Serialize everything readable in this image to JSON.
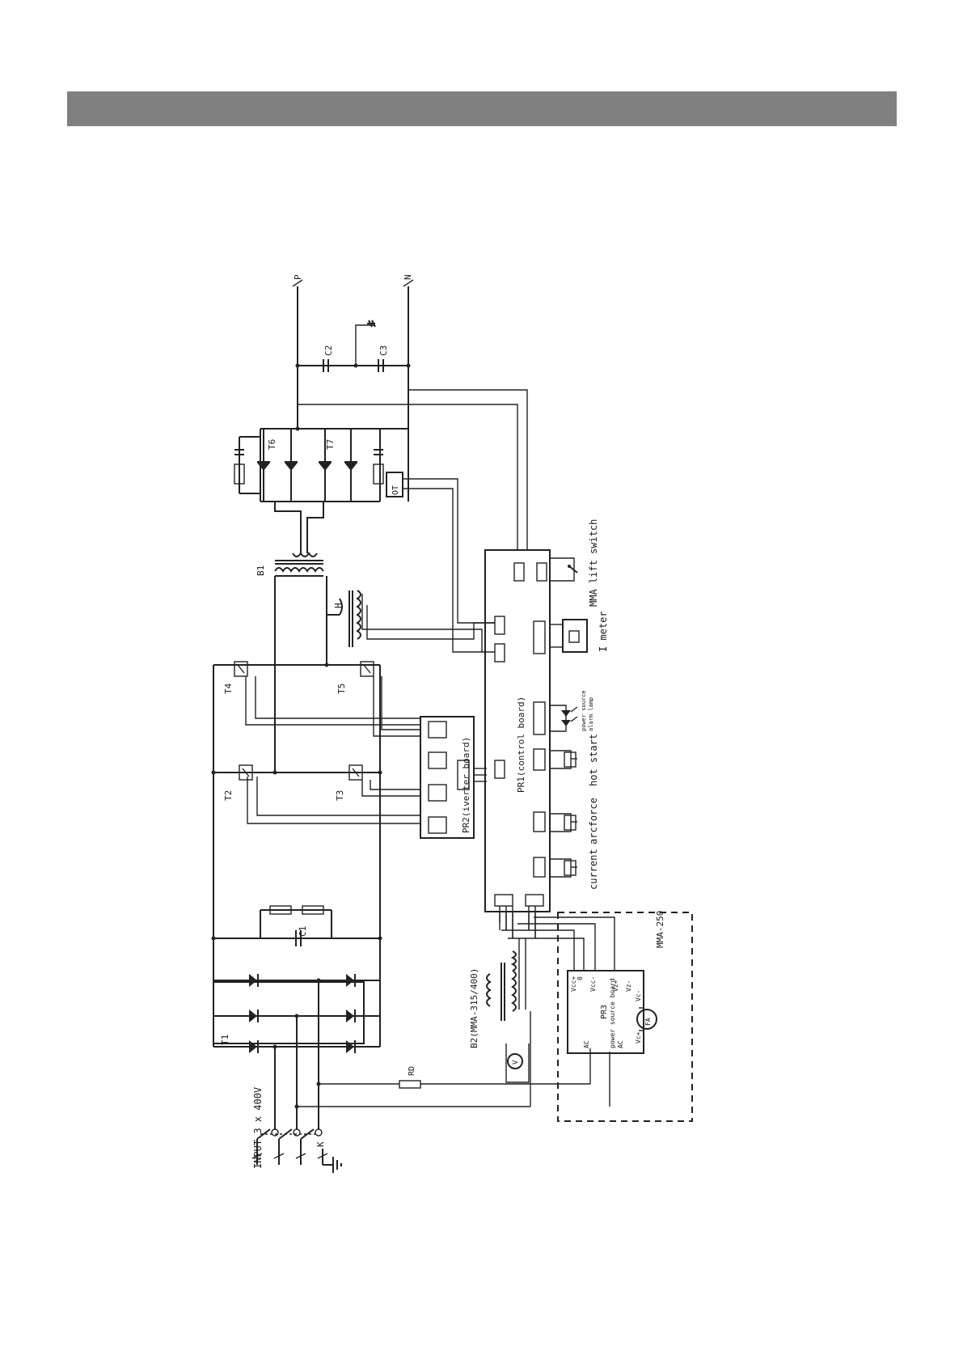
{
  "labels": {
    "input": "INPUT 3 x 400V",
    "switch_k": "K",
    "fuse": "RD",
    "bridge_t1": "T1",
    "cap_c1": "C1",
    "igbt_t2": "T2",
    "igbt_t3": "T3",
    "igbt_t4": "T4",
    "igbt_t5": "T5",
    "inductor_h": "H",
    "transformer_b1": "B1",
    "diode_t6": "T6",
    "diode_t7": "T7",
    "thermal_ot": "OT",
    "cap_c2": "C2",
    "cap_c3": "C3",
    "out_p": "P",
    "out_n": "N",
    "pr2": "PR2(iverter board)",
    "pr1": "PR1(control board)",
    "b2": "B2(MMA-315/400)",
    "mma250": "MMA-250",
    "pr3_line1": "PR3",
    "pr3_line2": "power source board",
    "pr3_ac1": "AC",
    "pr3_ac2": "AC",
    "pr3_vcc_plus": "Vcc+",
    "pr3_vcc_minus": "Vcc-",
    "pr3_zero": "0",
    "pr3_vc_minus": "Vc-",
    "pr3_vc_plus": "Vc+",
    "pr3_vz_plus": "Vz+",
    "pr3_vz_minus": "Vz-",
    "fan_v": "V",
    "fan_fa": "FA",
    "pot_current": "current",
    "pot_arcforce": "arcforce",
    "pot_hotstart": "hot start",
    "lamp_power": "power source",
    "lamp_alarm": "alarm lamp",
    "ammeter": "I meter",
    "mma_lift": "MMA lift switch"
  },
  "colors": {
    "header_bar": "#808080",
    "ink": "#222222"
  }
}
